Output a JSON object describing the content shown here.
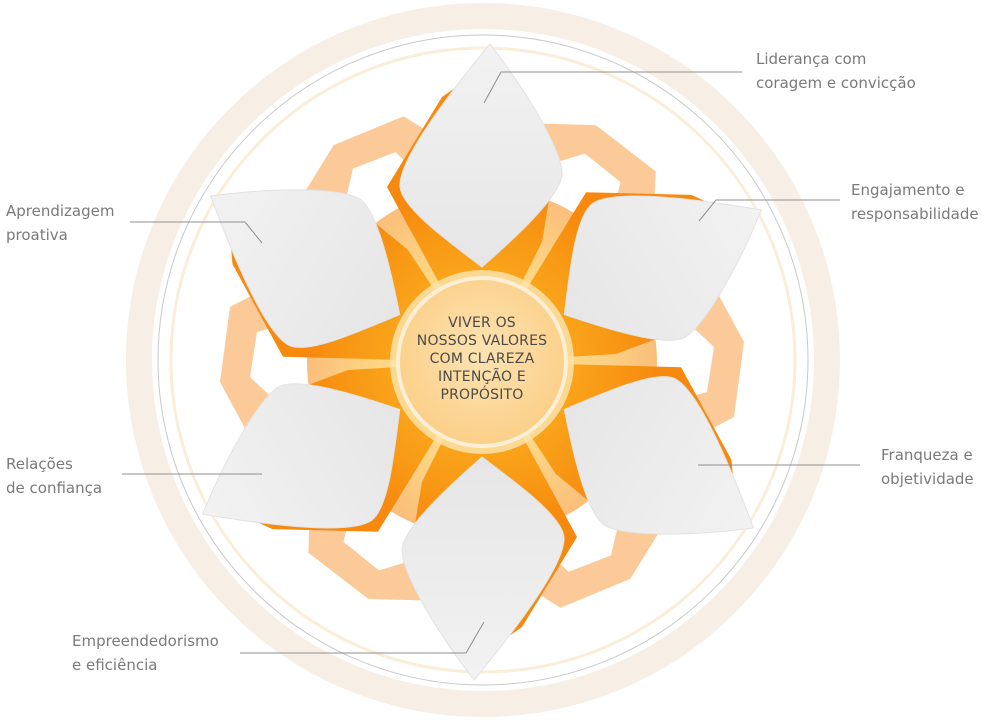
{
  "center": {
    "lines": [
      "VIVER OS",
      "NOSSOS VALORES",
      "COM CLAREZA",
      "INTENÇÃO E",
      "PROPÓSITO"
    ]
  },
  "labels": {
    "top_right": [
      "Liderança com",
      "coragem e convicção"
    ],
    "right_upper": [
      "Engajamento e",
      "responsabilidade"
    ],
    "right_lower": [
      "Franqueza e",
      "objetividade"
    ],
    "bottom_left": [
      "Empreendedorismo",
      "e eficiência"
    ],
    "left_lower": [
      "Relações",
      "de confiança"
    ],
    "left_upper": [
      "Aprendizagem",
      "proativa"
    ]
  },
  "colors": {
    "orange_dark": "#f7890e",
    "orange_mid": "#f9a51a",
    "yellow": "#fcc72c",
    "peach": "#fbc48d",
    "petal": "#ededed",
    "ring": "#f7eadb",
    "center_fill": "#fcd79a",
    "center_ring": "#fde6bd",
    "line": "#8f8f8f"
  }
}
